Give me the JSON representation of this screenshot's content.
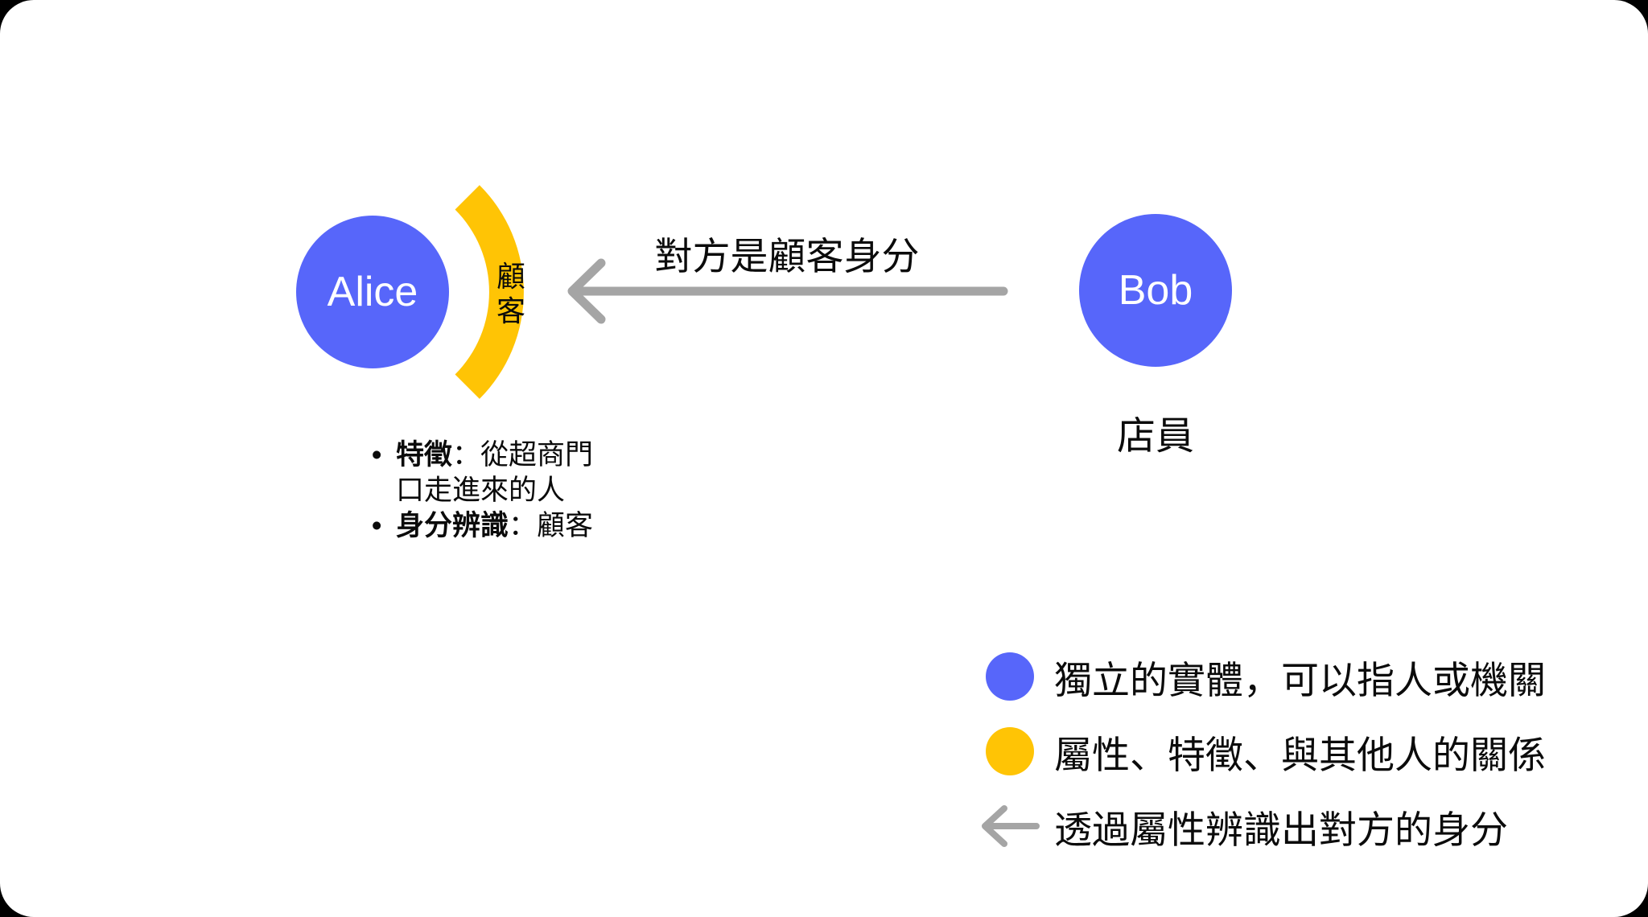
{
  "colors": {
    "entity": "#5766FA",
    "attribute": "#FFC405",
    "arrow": "#A5A5A5",
    "card_bg": "#FFFFFF"
  },
  "entities": {
    "alice": {
      "name": "Alice",
      "attribute_label": "顧客"
    },
    "bob": {
      "name": "Bob",
      "role": "店員"
    }
  },
  "relation_arrow": {
    "label": "對方是顧客身分"
  },
  "alice_notes": [
    {
      "term": "特徵",
      "rest": "：從超商門口走進來的人"
    },
    {
      "term": "身分辨識",
      "rest": "：顧客"
    }
  ],
  "legend": {
    "entity_text": "獨立的實體，可以指人或機關",
    "attribute_text": "屬性、特徵、與其他人的關係",
    "arrow_text": "透過屬性辨識出對方的身分"
  }
}
